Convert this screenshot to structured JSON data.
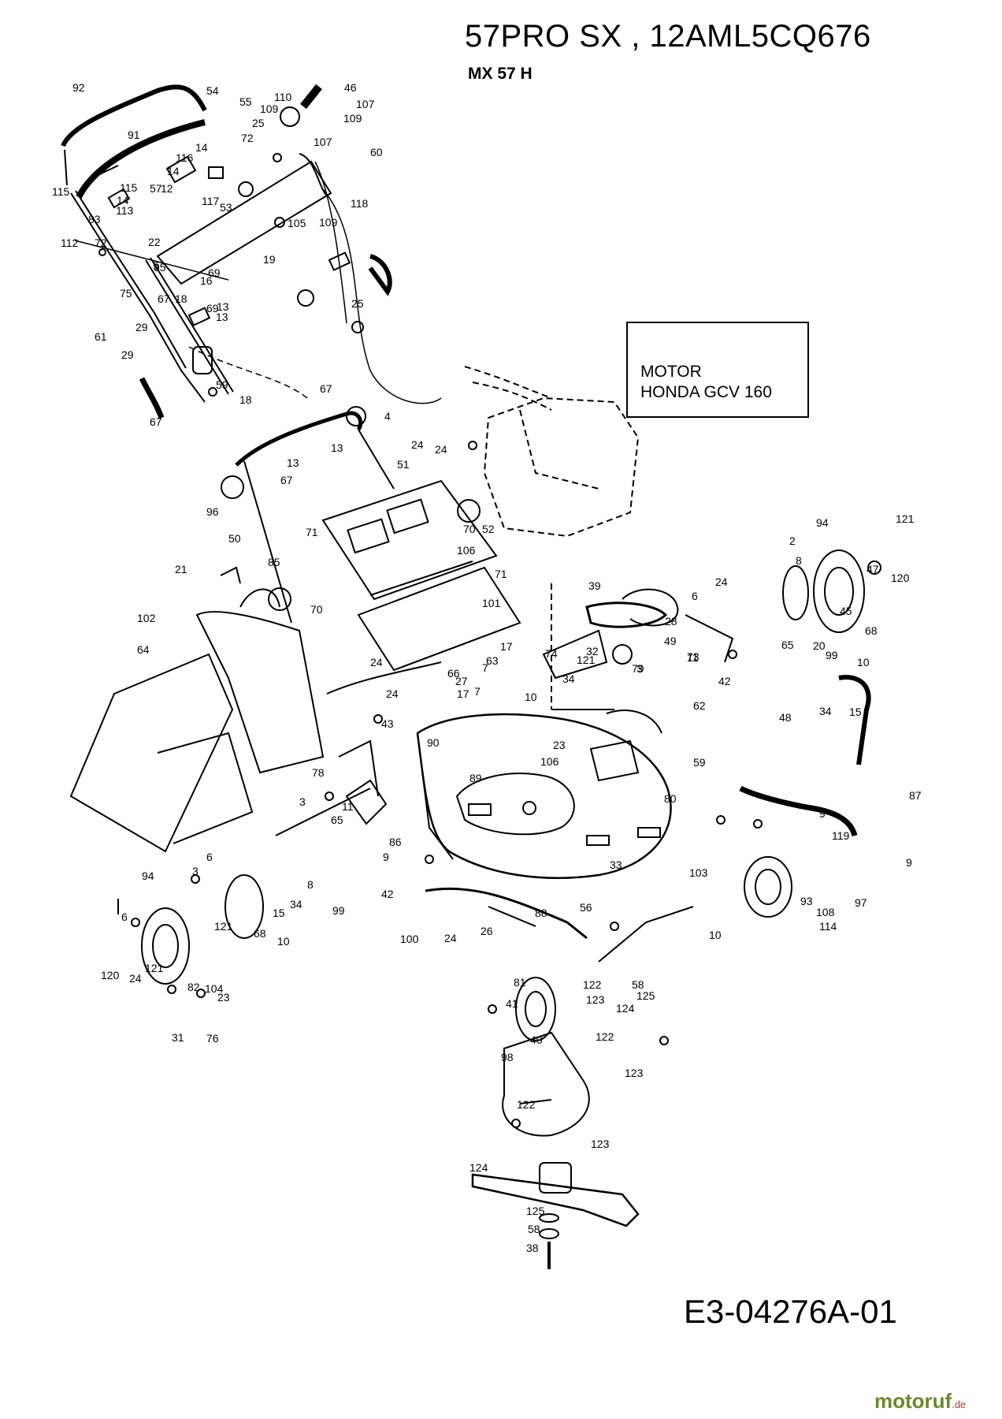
{
  "header": {
    "title": "57PRO SX    , 12AML5CQ676",
    "subtitle": "MX 57 H"
  },
  "motor_box": {
    "line1": "MOTOR",
    "line2": "HONDA  GCV 160"
  },
  "footer": {
    "doc_number": "E3-04276A-01",
    "watermark": {
      "brand": "motoruf",
      "tld": ".de"
    }
  },
  "callouts": [
    "92",
    "54",
    "110",
    "46",
    "109",
    "107",
    "55",
    "25",
    "109",
    "91",
    "72",
    "107",
    "60",
    "14",
    "116",
    "14",
    "12",
    "57",
    "115",
    "14",
    "117",
    "113",
    "53",
    "115",
    "83",
    "118",
    "72",
    "112",
    "109",
    "105",
    "22",
    "95",
    "5",
    "69",
    "19",
    "75",
    "16",
    "67",
    "13",
    "18",
    "25",
    "69",
    "29",
    "59",
    "61",
    "13",
    "67",
    "29",
    "18",
    "67",
    "4",
    "24",
    "13",
    "24",
    "51",
    "13",
    "67",
    "96",
    "71",
    "70",
    "52",
    "50",
    "106",
    "21",
    "85",
    "71",
    "70",
    "101",
    "102",
    "64",
    "17",
    "63",
    "66",
    "24",
    "7",
    "27",
    "24",
    "17",
    "7",
    "43",
    "90",
    "23",
    "106",
    "89",
    "78",
    "11",
    "3",
    "65",
    "86",
    "6",
    "3",
    "9",
    "42",
    "99",
    "8",
    "94",
    "121",
    "68",
    "34",
    "15",
    "10",
    "6",
    "120",
    "24",
    "121",
    "100",
    "24",
    "26",
    "88",
    "33",
    "45",
    "94",
    "2",
    "68",
    "121",
    "120",
    "47",
    "24",
    "6",
    "39",
    "49",
    "28",
    "32",
    "8",
    "121",
    "3",
    "74",
    "79",
    "11",
    "65",
    "20",
    "10",
    "34",
    "62",
    "42",
    "48",
    "15",
    "73",
    "34",
    "99",
    "10",
    "59",
    "80",
    "9",
    "103",
    "108",
    "87",
    "119",
    "9",
    "97",
    "93",
    "114",
    "56",
    "125",
    "58",
    "122",
    "124",
    "123",
    "122",
    "41",
    "40",
    "98",
    "123",
    "122",
    "123",
    "124",
    "125",
    "58",
    "38",
    "23",
    "82",
    "104",
    "31",
    "76",
    "81",
    "10",
    "73",
    "73",
    "34",
    "80",
    "56",
    "122"
  ]
}
